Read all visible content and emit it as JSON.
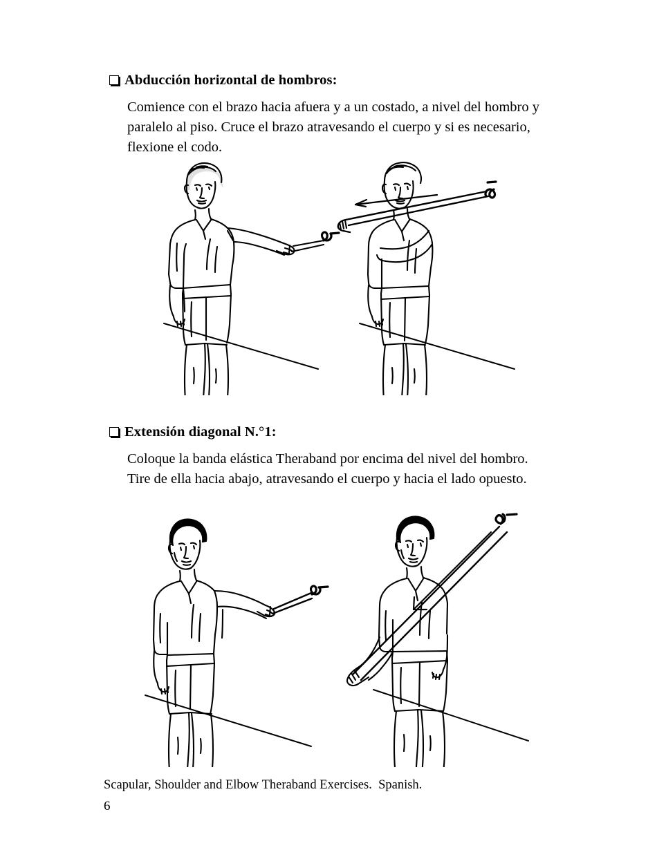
{
  "document": {
    "page_number": "6",
    "footer_note": "Scapular, Shoulder and Elbow Theraband Exercises.  Spanish.",
    "language": "Spanish",
    "background_color": "#ffffff",
    "ink_color": "#000000"
  },
  "sections": [
    {
      "bullet": "hollow-square",
      "heading": "Abducción horizontal de hombros:",
      "body": "Comience con el brazo hacia afuera y a un costado, a nivel del hombro y paralelo al piso. Cruce el brazo atravesando el cuerpo y si es necesario, flexione el codo.",
      "figures": [
        {
          "caption_alt": "Hombre de pie con el brazo derecho extendido hacia un costado sujetando la banda elástica anclada a la derecha",
          "hair": "light",
          "arrow": false
        },
        {
          "caption_alt": "Hombre de pie cruzando el brazo por delante del cuerpo tirando de la banda elástica, con flecha indicando el movimiento hacia la izquierda",
          "hair": "light",
          "arrow": true
        }
      ]
    },
    {
      "bullet": "hollow-square",
      "heading": "Extensión diagonal N.°1:",
      "body": "Coloque la banda elástica Theraband por encima del nivel del hombro. Tire de ella hacia abajo, atravesando el cuerpo y hacia el lado opuesto.",
      "figures": [
        {
          "caption_alt": "Hombre de pie con el brazo extendido hacia adelante y arriba sujetando la banda elástica anclada a la derecha",
          "hair": "dark",
          "arrow": false
        },
        {
          "caption_alt": "Hombre de pie tirando de la banda elástica en diagonal hacia abajo y cruzando el cuerpo, con flecha indicando el movimiento",
          "hair": "dark",
          "arrow": true
        }
      ]
    }
  ]
}
